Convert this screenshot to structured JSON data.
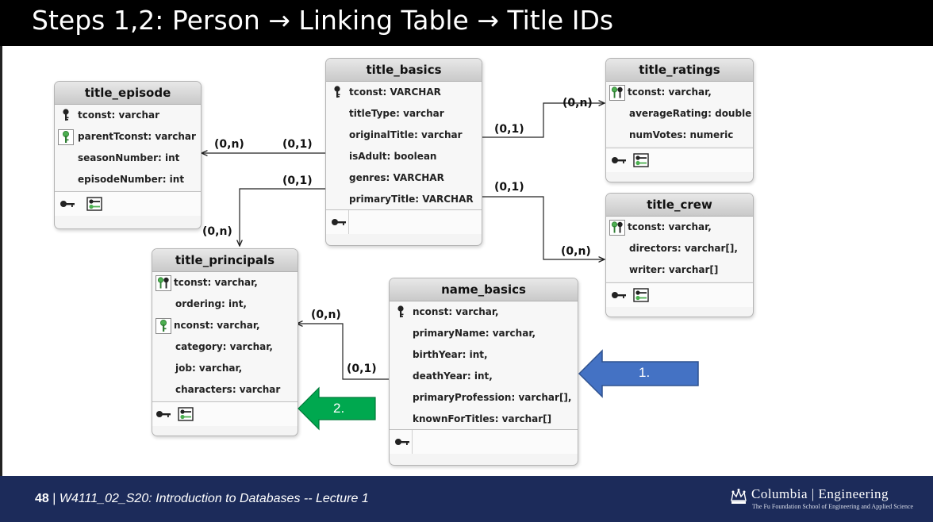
{
  "slide": {
    "title": "Steps 1,2: Person → Linking Table → Title IDs"
  },
  "footer": {
    "page_number": "48",
    "separator": " | ",
    "lecture": "W4111_02_S20: Introduction to Databases -- Lecture  1",
    "logo_main": "Columbia | Engineering",
    "logo_sub": "The Fu Foundation School of Engineering and Applied Science"
  },
  "colors": {
    "blue_arrow": "#4472c4",
    "green_arrow": "#00a84f",
    "footer_bg": "#1c2b5a",
    "key_green": "#4caf50"
  },
  "tables": {
    "title_episode": {
      "name": "title_episode",
      "rows": [
        "tconst: varchar",
        "parentTconst: varchar",
        "seasonNumber: int",
        "episodeNumber: int"
      ]
    },
    "title_basics": {
      "name": "title_basics",
      "rows": [
        "tconst: VARCHAR",
        "titleType: varchar",
        "originalTitle: varchar",
        "isAdult: boolean",
        "genres: VARCHAR",
        "primaryTitle: VARCHAR"
      ]
    },
    "title_ratings": {
      "name": "title_ratings",
      "rows": [
        "tconst: varchar,",
        "averageRating: double",
        "numVotes: numeric"
      ]
    },
    "title_crew": {
      "name": "title_crew",
      "rows": [
        "tconst: varchar,",
        "directors: varchar[],",
        "writer: varchar[]"
      ]
    },
    "title_principals": {
      "name": "title_principals",
      "rows": [
        "tconst: varchar,",
        "ordering: int,",
        "nconst: varchar,",
        "category: varchar,",
        "job: varchar,",
        "characters: varchar"
      ]
    },
    "name_basics": {
      "name": "name_basics",
      "rows": [
        "nconst: varchar,",
        "primaryName: varchar,",
        "birthYear: int,",
        "deathYear: int,",
        "primaryProfession: varchar[],",
        "knownForTitles: varchar[]"
      ]
    }
  },
  "cardinalities": {
    "episode_many": "(0,n)",
    "episode_one": "(0,1)",
    "ratings_one": "(0,1)",
    "ratings_many": "(0,n)",
    "crew_one": "(0,1)",
    "crew_many": "(0,n)",
    "principals_top_one": "(0,1)",
    "principals_top_many": "(0,n)",
    "principals_name_many": "(0,n)",
    "principals_name_one": "(0,1)"
  },
  "callouts": {
    "step1": "1.",
    "step2": "2."
  }
}
